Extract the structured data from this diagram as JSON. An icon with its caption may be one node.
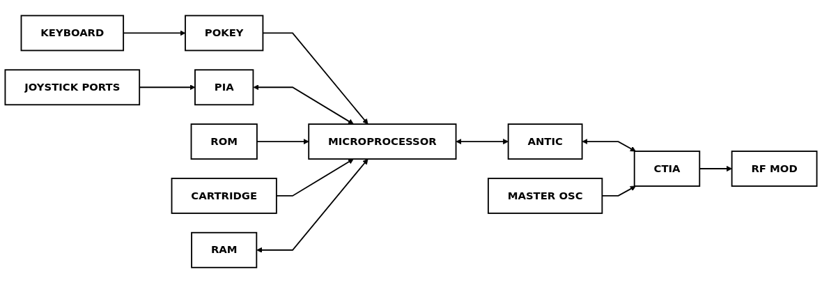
{
  "diagram": {
    "nodes": [
      {
        "text": [
          "KEYBOARD"
        ]
      },
      {
        "text": [
          "POKEY"
        ]
      },
      {
        "text": [
          "MICROPROCESSOR"
        ]
      },
      {
        "text": [
          "ANTIC"
        ]
      },
      {
        "text": [
          "CTIA"
        ]
      },
      {
        "text": [
          "RF MOD"
        ]
      },
      {
        "text": [
          "JOYSTICK PORTS"
        ]
      },
      {
        "text": [
          "PIA"
        ]
      },
      {
        "text": [
          "ROM"
        ]
      },
      {
        "text": [
          "CARTRIDGE"
        ]
      },
      {
        "text": [
          "MASTER OSC"
        ]
      },
      {
        "text": [
          "RAM"
        ]
      }
    ],
    "edges": [
      {
        "from": 0,
        "to": 1,
        "arrow": "to"
      },
      {
        "from": 6,
        "to": 7,
        "arrow": "to"
      },
      {
        "from": 1,
        "to": 2,
        "arrow": "to"
      },
      {
        "from": 7,
        "to": 2,
        "arrow": "both"
      },
      {
        "from": 2,
        "to": 3,
        "arrow": "both"
      },
      {
        "from": 3,
        "to": 4,
        "arrow": "both"
      },
      {
        "from": 4,
        "to": 5,
        "arrow": "to"
      },
      {
        "from": 8,
        "to": 2,
        "arrow": "to"
      },
      {
        "from": 9,
        "to": 2,
        "arrow": "to"
      },
      {
        "from": 11,
        "to": 2,
        "arrow": "both"
      },
      {
        "from": 10,
        "to": 4,
        "arrow": "to"
      }
    ]
  }
}
